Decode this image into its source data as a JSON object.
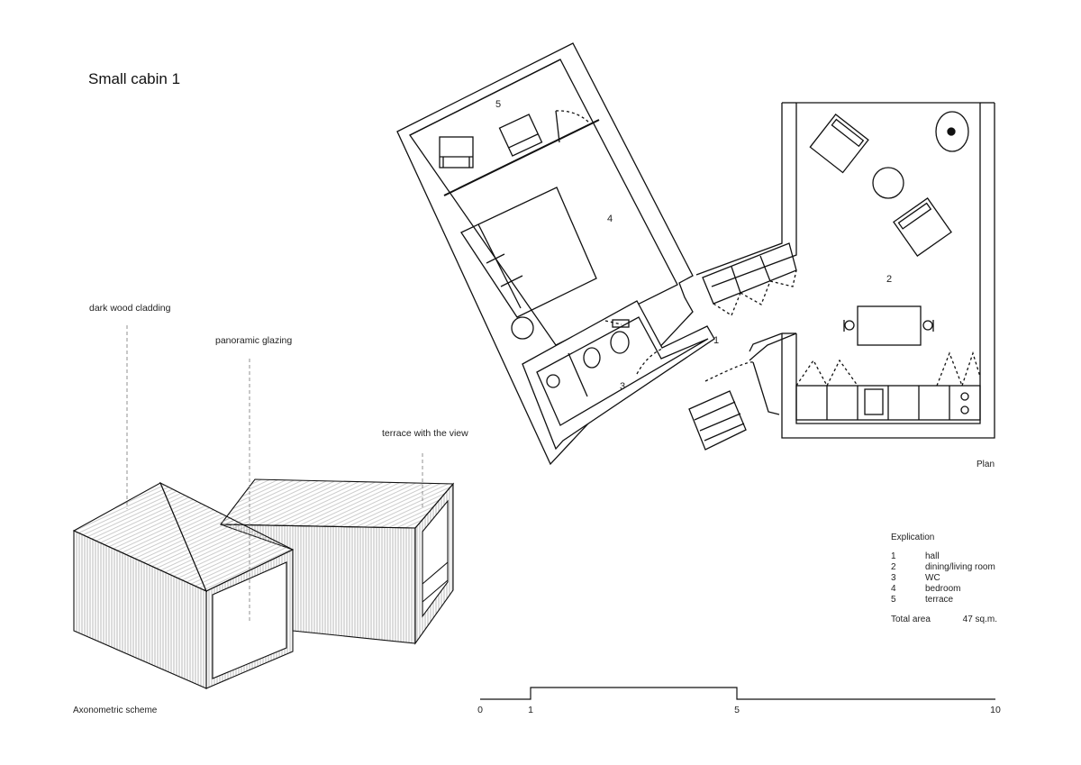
{
  "title": "Small cabin 1",
  "plan": {
    "caption": "Plan",
    "room_numbers": [
      "1",
      "2",
      "3",
      "4",
      "5"
    ]
  },
  "axonometric": {
    "caption": "Axonometric scheme",
    "labels": {
      "cladding": "dark wood cladding",
      "glazing": "panoramic glazing",
      "terrace": "terrace with the view"
    }
  },
  "legend": {
    "heading": "Explication",
    "items": [
      {
        "num": "1",
        "name": "hall"
      },
      {
        "num": "2",
        "name": "dining/living room"
      },
      {
        "num": "3",
        "name": "WC"
      },
      {
        "num": "4",
        "name": "bedroom"
      },
      {
        "num": "5",
        "name": "terrace"
      }
    ],
    "total_label": "Total area",
    "total_value": "47 sq.m."
  },
  "scale": {
    "ticks": [
      "0",
      "1",
      "5",
      "10"
    ]
  }
}
